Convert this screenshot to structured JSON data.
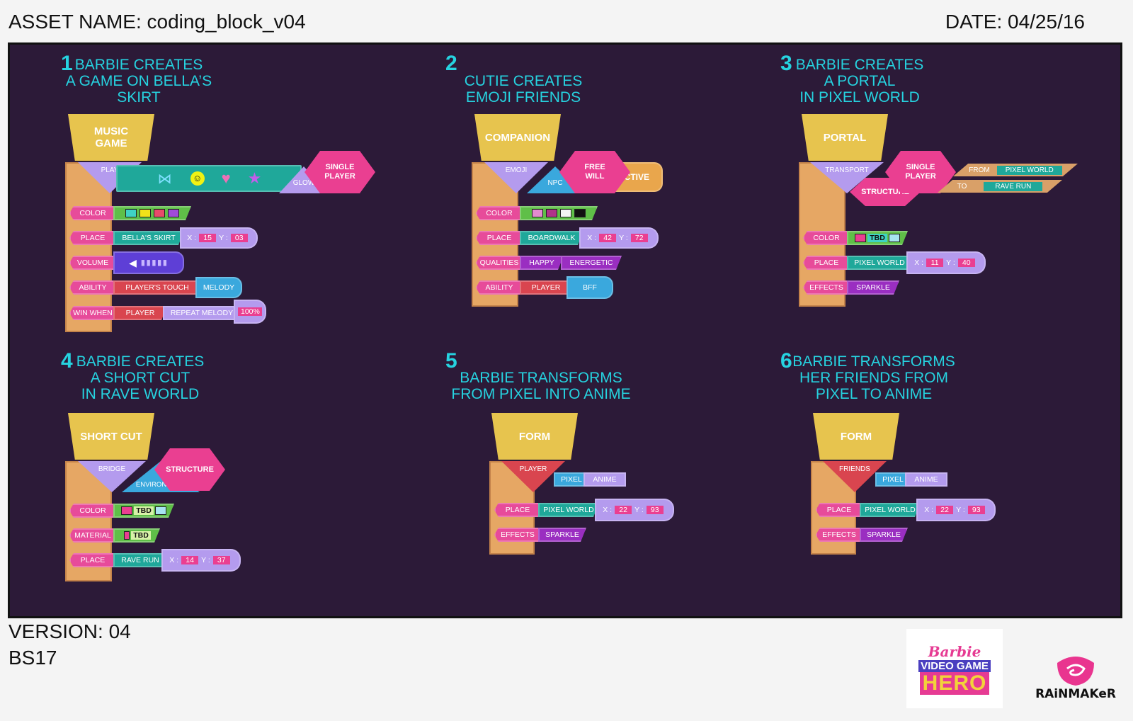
{
  "header": {
    "asset_name": "ASSET NAME: coding_block_v04",
    "date": "DATE: 04/25/16"
  },
  "footer": {
    "version": "VERSION: 04",
    "code": "BS17",
    "logo_barbie_line1": "Barbie",
    "logo_barbie_line2": "VIDEO GAME",
    "logo_barbie_line3": "HERO",
    "logo_rainmaker": "RAiNMAKeR"
  },
  "colors": {
    "panel_bg": "#2c1a38",
    "title_cyan": "#26d3e0",
    "head_yellow": "#e7c44e",
    "spine_orange": "#e6a764",
    "label_pink": "#e74b9a"
  },
  "sections": [
    {
      "num": "1",
      "title": "BARBIE CREATES\nA GAME ON BELLA’S\nSKIRT",
      "head": "MUSIC\nGAME",
      "top": [
        "PLAY",
        "GLOW",
        "SINGLE\nPLAYER"
      ],
      "rows": {
        "color": "COLOR",
        "place": "PLACE",
        "place_val": "BELLA'S SKIRT",
        "x_lbl": "X :",
        "x": "15",
        "y_lbl": "Y :",
        "y": "03",
        "volume": "VOLUME",
        "ability": "ABILITY",
        "ability_val": "PLAYER'S TOUCH",
        "ability_val2": "MELODY",
        "win": "WIN WHEN",
        "win_val": "PLAYER",
        "win_val2": "REPEAT MELODY",
        "win_val3": "100%"
      }
    },
    {
      "num": "2",
      "title": "CUTIE CREATES\nEMOJI FRIENDS",
      "head": "COMPANION",
      "top": [
        "EMOJI",
        "NPC",
        "FREE\nWILL",
        "ACTIVE"
      ],
      "rows": {
        "color": "COLOR",
        "place": "PLACE",
        "place_val": "BOARDWALK",
        "x_lbl": "X :",
        "x": "42",
        "y_lbl": "Y :",
        "y": "72",
        "qual": "QUALITIES",
        "qual_val": "HAPPY",
        "qual_val2": "ENERGETIC",
        "ability": "ABILITY",
        "ability_val": "PLAYER",
        "ability_val2": "BFF"
      }
    },
    {
      "num": "3",
      "title": "BARBIE CREATES\nA PORTAL\nIN PIXEL WORLD",
      "head": "PORTAL",
      "top": [
        "TRANSPORT",
        "STRUCTURE",
        "SINGLE\nPLAYER",
        "FROM",
        "PIXEL WORLD",
        "TO",
        "RAVE RUN"
      ],
      "rows": {
        "color": "COLOR",
        "tbd": "TBD",
        "place": "PLACE",
        "place_val": "PIXEL WORLD",
        "x_lbl": "X :",
        "x": "11",
        "y_lbl": "Y :",
        "y": "40",
        "effects": "EFFECTS",
        "effects_val": "SPARKLE"
      }
    },
    {
      "num": "4",
      "title": "BARBIE CREATES\nA SHORT CUT\nIN RAVE WORLD",
      "head": "SHORT CUT",
      "top": [
        "BRIDGE",
        "ENVIRONMENT",
        "STRUCTURE"
      ],
      "rows": {
        "color": "COLOR",
        "tbd": "TBD",
        "material": "MATERIAL",
        "material_tbd": "TBD",
        "place": "PLACE",
        "place_val": "RAVE RUN",
        "x_lbl": "X :",
        "x": "14",
        "y_lbl": "Y :",
        "y": "37"
      }
    },
    {
      "num": "5",
      "title": "BARBIE TRANSFORMS\nFROM PIXEL INTO ANIME",
      "head": "FORM",
      "top": [
        "PLAYER",
        "PIXEL",
        "ANIME"
      ],
      "rows": {
        "place": "PLACE",
        "place_val": "PIXEL WORLD",
        "x_lbl": "X :",
        "x": "22",
        "y_lbl": "Y :",
        "y": "93",
        "effects": "EFFECTS",
        "effects_val": "SPARKLE"
      }
    },
    {
      "num": "6",
      "title": "BARBIE TRANSFORMS\nHER FRIENDS FROM\nPIXEL TO ANIME",
      "head": "FORM",
      "top": [
        "FRIENDS",
        "PIXEL",
        "ANIME"
      ],
      "rows": {
        "place": "PLACE",
        "place_val": "PIXEL WORLD",
        "x_lbl": "X :",
        "x": "22",
        "y_lbl": "Y :",
        "y": "93",
        "effects": "EFFECTS",
        "effects_val": "SPARKLE"
      }
    }
  ]
}
